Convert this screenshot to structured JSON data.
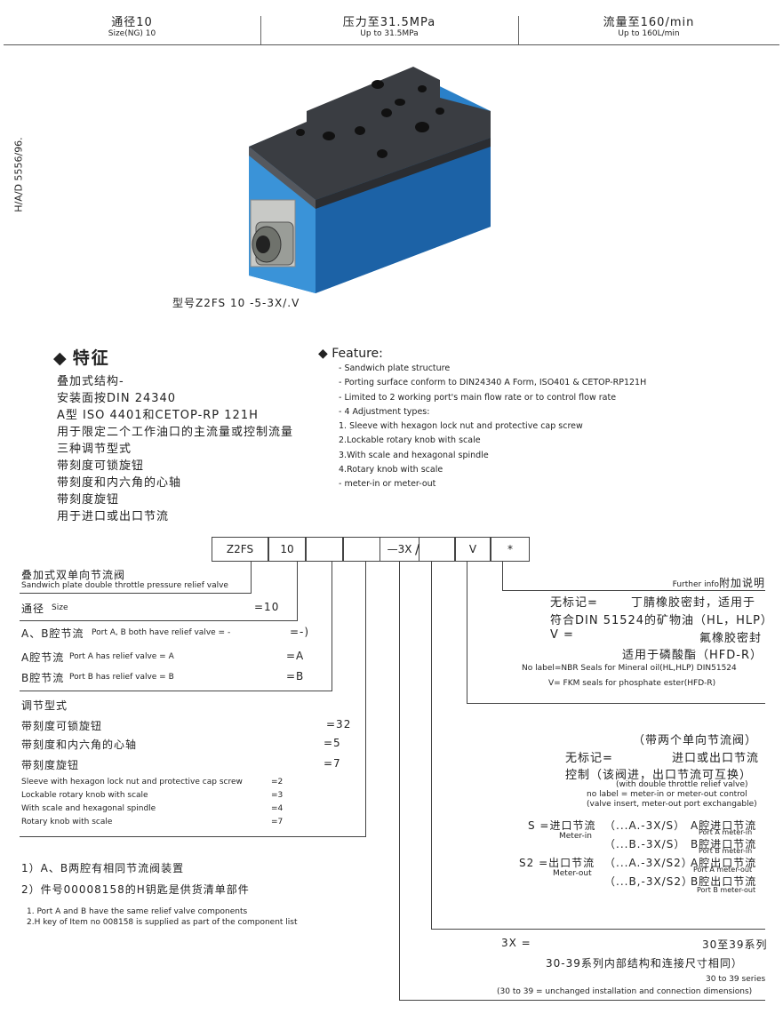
{
  "header": [
    {
      "cn": "通径10",
      "en": "Size(NG) 10"
    },
    {
      "cn": "压力至31.5MPa",
      "en": "Up to 31.5MPa"
    },
    {
      "cn": "流量至160/min",
      "en": "Up to 160L/min"
    }
  ],
  "side_label": "H/A/D 5556/96.",
  "photo_caption": "型号Z2FS 10 -5-3X/.V",
  "features_cn": {
    "title": "特征",
    "items": [
      "叠加式结构-",
      "安装面按DIN 24340",
      "A型 ISO 4401和CETOP-RP 121H",
      "用于限定二个工作油口的主流量或控制流量",
      "三种调节型式",
      "带刻度可锁旋钮",
      "带刻度和内六角的心轴",
      "带刻度旋钮",
      "用于进口或出口节流"
    ]
  },
  "features_en": {
    "title": "Feature:",
    "items": [
      "- Sandwich plate structure",
      "- Porting surface conform to DIN24340 A Form, ISO401 & CETOP-RP121H",
      "- Limited to 2 working port's main flow rate  or to control flow rate",
      "- 4 Adjustment types:",
      "1. Sleeve with hexagon lock nut and protective cap screw",
      "2.Lockable rotary knob with scale",
      "3.With scale and hexagonal spindle",
      "4.Rotary knob with scale",
      "- meter-in or meter-out"
    ]
  },
  "code_boxes": [
    "Z2FS",
    "10",
    "",
    "—3X",
    "/",
    "V",
    "*"
  ],
  "left": {
    "valve_cn": "叠加式双单向节流阀",
    "valve_en": "Sandwich plate double throttle pressure relief valve",
    "size_cn": "通径",
    "size_en": "Size",
    "size_val": "=10",
    "ab_cn": "A、B腔节流",
    "ab_en": "Port A, B both have relief valve = -",
    "ab_val": "=-)",
    "a_cn": "A腔节流",
    "a_en": "Port A has relief valve = A",
    "a_val": "=A",
    "b_cn": "B腔节流",
    "b_en": "Port B has relief valve = B",
    "b_val": "=B",
    "adj_title": "调节型式",
    "adj_cn": [
      {
        "t": "带刻度可锁旋钮",
        "v": "=32"
      },
      {
        "t": "带刻度和内六角的心轴",
        "v": "=5"
      },
      {
        "t": "带刻度旋钮",
        "v": "=7"
      }
    ],
    "adj_en": [
      {
        "t": "Sleeve with hexagon lock nut and protective cap screw",
        "v": "=2"
      },
      {
        "t": "Lockable rotary knob with scale",
        "v": "=3"
      },
      {
        "t": "With scale and hexagonal spindle",
        "v": "=4"
      },
      {
        "t": "Rotary knob with scale",
        "v": "=7"
      }
    ],
    "notes_cn": [
      "1）A、B两腔有相同节流阀装置",
      "2）件号00008158的H钥匙是供货清单部件"
    ],
    "notes_en": [
      "1. Port A and B have the same relief valve components",
      "2.H key of  Item no 008158 is supplied as part of the component list"
    ]
  },
  "right": {
    "further": "Further info",
    "further_cn": "附加说明",
    "seal_l1a": "无标记=",
    "seal_l1b": "丁腈橡胶密封，适用于",
    "seal_l2": "符合DIN 51524的矿物油（HL，HLP）",
    "seal_l3a": "V =",
    "seal_l3b": "氟橡胶密封",
    "seal_l4": "适用于磷酸酯（HFD-R）",
    "seal_en1": "No label=NBR Seals for Mineral oil(HL,HLP) DIN51524",
    "seal_en2": "V= FKM seals for phosphate ester(HFD-R)",
    "thr_l1": "（带两个单向节流阀）",
    "thr_l2a": "无标记=",
    "thr_l2b": "进口或出口节流",
    "thr_l3": "控制（该阀进，出口节流可互换）",
    "thr_en1": "(with double throttle relief valve)",
    "thr_en2": "no label = meter-in or meter-out control",
    "thr_en3": "(valve insert, meter-out port exchangable)",
    "s_label": "S =进口节流",
    "s_sub": "Meter-in",
    "s_a": "（...A.-3X/S）",
    "s_a_cn": "A腔进口节流",
    "s_a_en": "Port A meter-in",
    "s_b": "（...B.-3X/S）",
    "s_b_cn": "B腔进口节流",
    "s_b_en": "Port B meter-in",
    "s2_label": "S2 =出口节流",
    "s2_sub": "Meter-out",
    "s2_a": "（...A.-3X/S2）",
    "s2_a_cn": "A腔出口节流",
    "s2_a_en": "Port A meter-out",
    "s2_b": "（...B,-3X/S2）",
    "s2_b_cn": "B腔出口节流",
    "s2_b_en": "Port B meter-out",
    "ser_a": "3X =",
    "ser_b": "30至39系列",
    "ser_l2": "30-39系列内部结构和连接尺寸相同）",
    "ser_en1": "30 to 39 series",
    "ser_en2": "(30 to 39 = unchanged installation and connection dimensions)"
  },
  "colors": {
    "valve_body": "#2a80c8",
    "valve_top": "#3a3d42"
  }
}
